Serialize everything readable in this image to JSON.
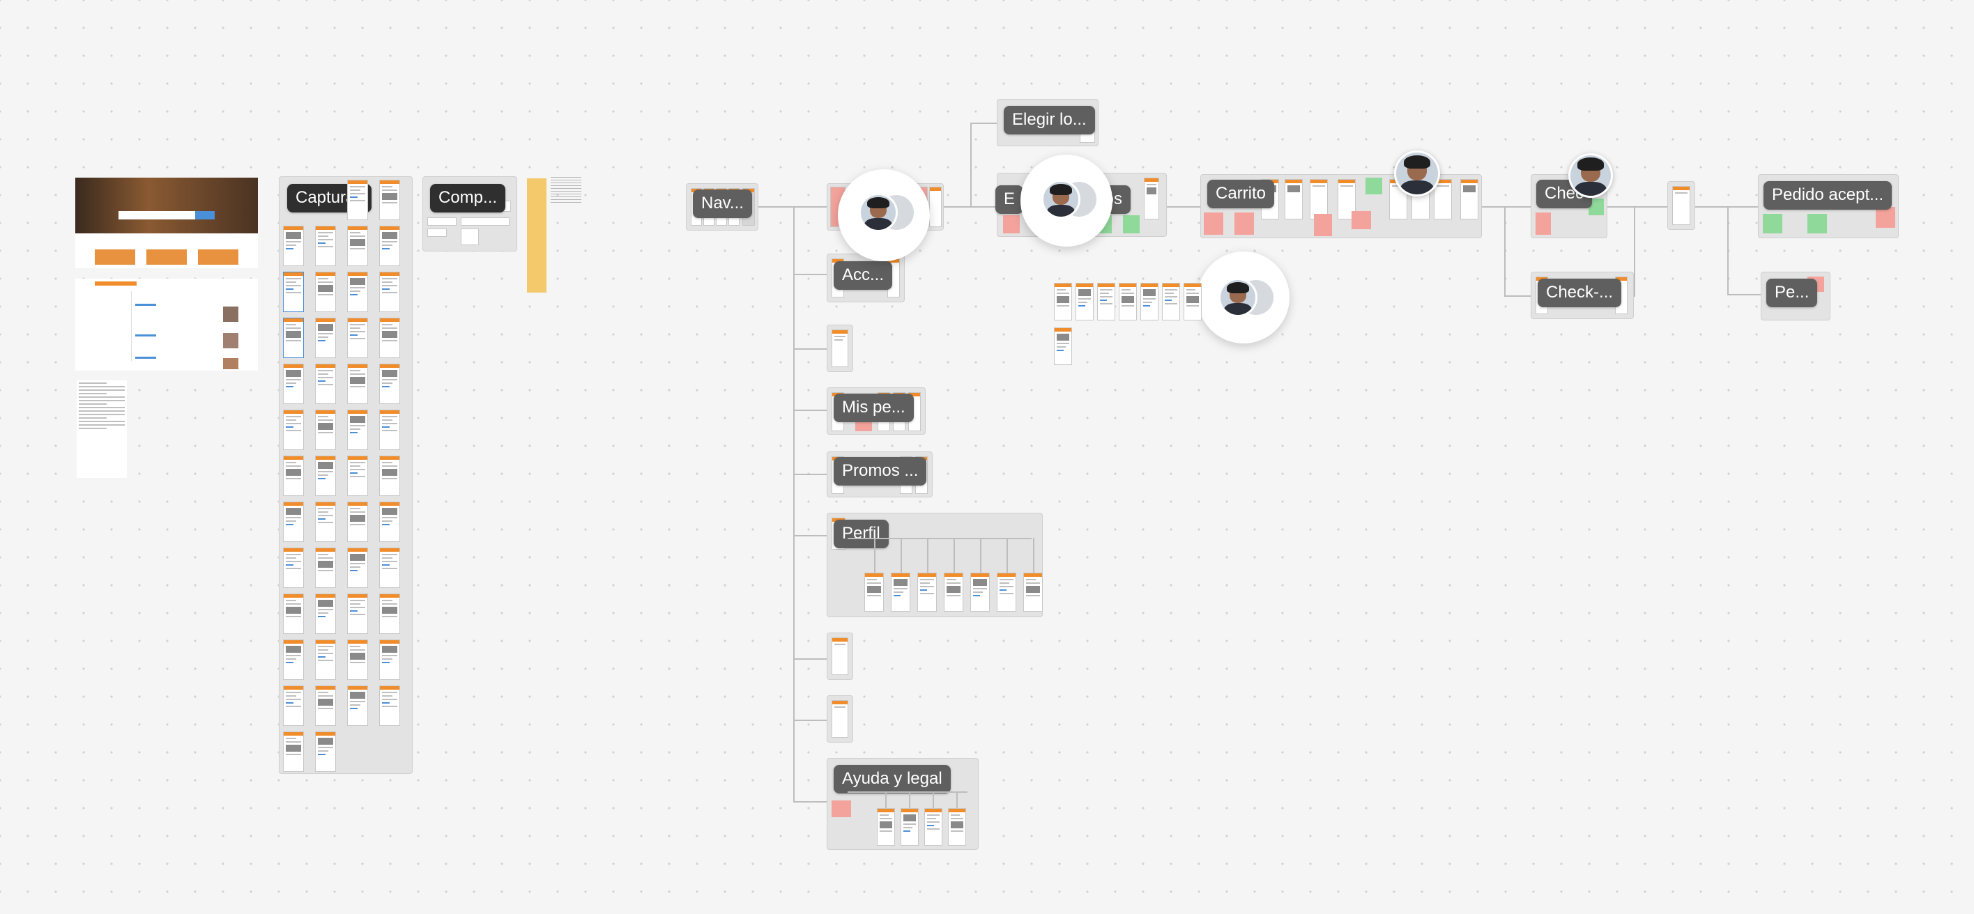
{
  "canvas": {
    "labels": {
      "capturas": "Capturas",
      "comp": "Comp...",
      "nav": "Nav...",
      "acc": "Acc...",
      "elegir": "Elegir lo...",
      "elegir_productos_a": "E",
      "elegir_productos_b": "tos",
      "carrito": "Carrito",
      "checkout": "Chec",
      "checkout2": "Check-...",
      "mis_pedidos": "Mis pe...",
      "promos": "Promos ...",
      "perfil": "Perfil",
      "ayuda": "Ayuda y legal",
      "pedido_aceptado": "Pedido acept...",
      "pe": "Pe..."
    },
    "colors": {
      "background": "#f5f5f5",
      "label_bg": "#5f5f5f",
      "label_dark_bg": "#2f2f2f",
      "brand_orange": "#f08c2a",
      "sticky_red": "#f3a39c",
      "sticky_green": "#8fd99a",
      "sticky_yellow": "#f4c96b"
    },
    "icons": [
      "user-avatar",
      "home-icon",
      "food-icon",
      "delivery-icon"
    ]
  }
}
